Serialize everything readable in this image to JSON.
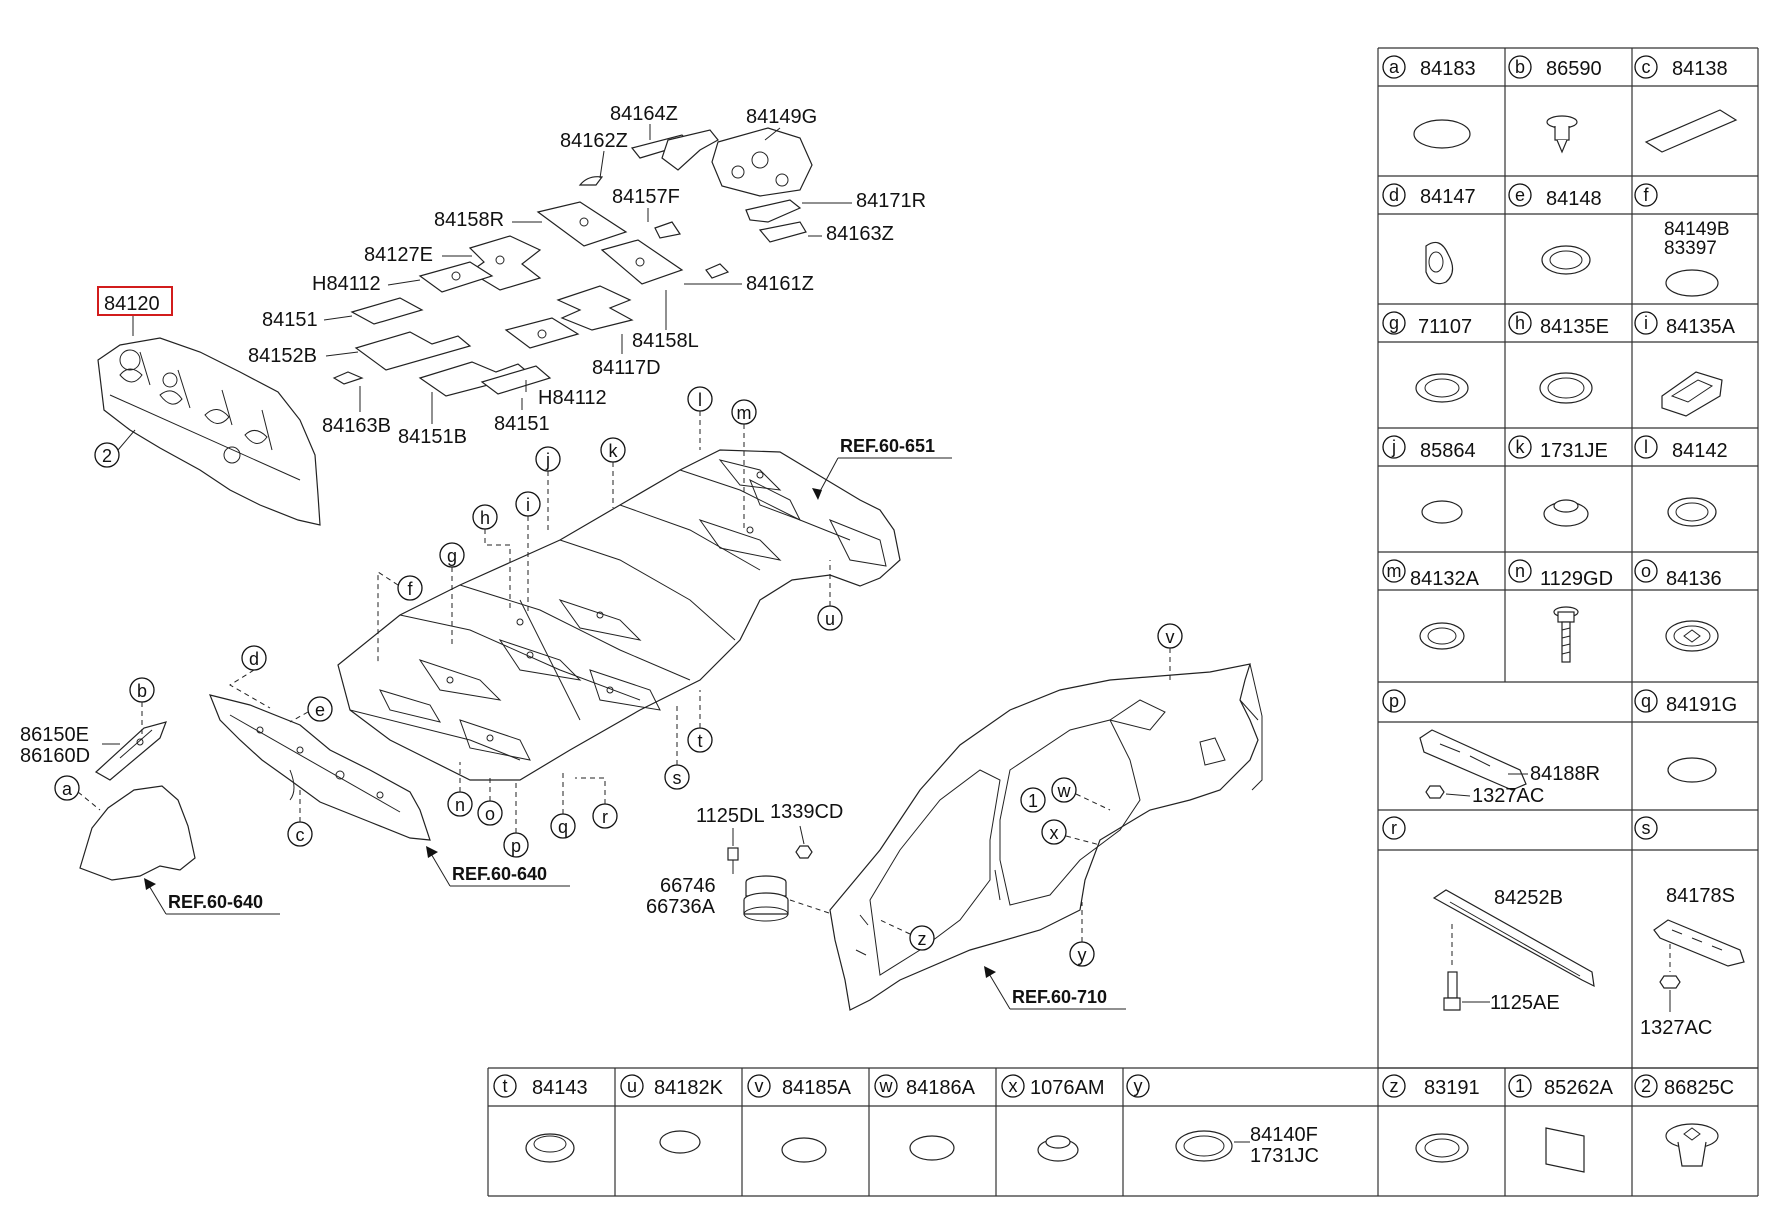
{
  "callout_highlighted": "84120",
  "main_callouts": {
    "c84164Z": "84164Z",
    "c84149G": "84149G",
    "c84162Z": "84162Z",
    "c84157F": "84157F",
    "c84171R": "84171R",
    "c84158R": "84158R",
    "c84163Z": "84163Z",
    "c84127E": "84127E",
    "cH84112a": "H84112",
    "c84161Z": "84161Z",
    "c84151a": "84151",
    "c84158L": "84158L",
    "c84152B": "84152B",
    "c84117D": "84117D",
    "cH84112b": "H84112",
    "c84163B": "84163B",
    "c84151B": "84151B",
    "c84151b": "84151",
    "c86150E": "86150E",
    "c86160D": "86160D",
    "c1125DL": "1125DL",
    "c1339CD": "1339CD",
    "c66746": "66746",
    "c66736A": "66736A"
  },
  "refs": {
    "r651": "REF.60-651",
    "r640a": "REF.60-640",
    "r640b": "REF.60-640",
    "r710": "REF.60-710"
  },
  "letters": {
    "a": "a",
    "b": "b",
    "c": "c",
    "d": "d",
    "e": "e",
    "f": "f",
    "g": "g",
    "h": "h",
    "i": "i",
    "j": "j",
    "k": "k",
    "l": "l",
    "m": "m",
    "n": "n",
    "o": "o",
    "p": "p",
    "q": "q",
    "r": "r",
    "s": "s",
    "t": "t",
    "u": "u",
    "v": "v",
    "w": "w",
    "x": "x",
    "y": "y",
    "z": "z",
    "one": "1",
    "two": "2"
  },
  "legend_right": {
    "a": "84183",
    "b": "86590",
    "c": "84138",
    "d": "84147",
    "e": "84148",
    "f1": "84149B",
    "f2": "83397",
    "g": "71107",
    "h": "84135E",
    "i": "84135A",
    "j": "85864",
    "k": "1731JE",
    "l": "84142",
    "m": "84132A",
    "n": "1129GD",
    "o": "84136",
    "p1": "84188R",
    "p2": "1327AC",
    "q": "84191G",
    "r1": "84252B",
    "r2": "1125AE",
    "s1": "84178S",
    "s2": "1327AC"
  },
  "legend_bottom": {
    "t": "84143",
    "u": "84182K",
    "v": "84185A",
    "w": "84186A",
    "x": "1076AM",
    "y1": "84140F",
    "y2": "1731JC",
    "z": "83191",
    "one": "85262A",
    "two": "86825C"
  }
}
